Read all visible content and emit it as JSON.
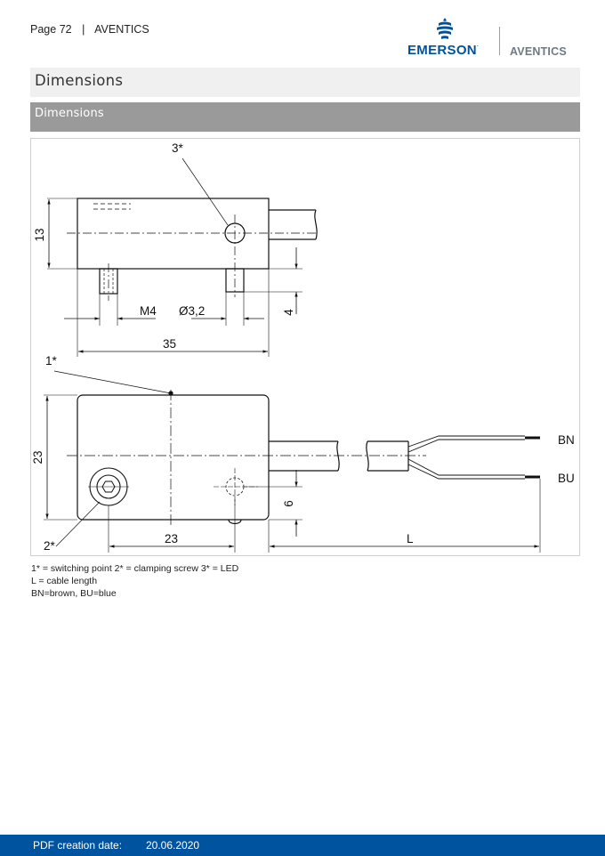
{
  "header": {
    "page_label": "Page",
    "page_number": "72",
    "separator": "|",
    "brand": "AVENTICS"
  },
  "logo": {
    "emerson_text": "EMERSON",
    "emerson_tm": ".",
    "aventics_text": "AVENTICS",
    "emerson_color": "#00529b",
    "aventics_color": "#6d7a85"
  },
  "title": "Dimensions",
  "section_title": "Dimensions",
  "drawing": {
    "labels": {
      "led_callout": "3*",
      "switching_point_callout": "1*",
      "clamping_screw_callout": "2*",
      "dim_height_top": "13",
      "dim_offset_4": "4",
      "dim_thread": "M4",
      "dim_diameter": "Ø3,2",
      "dim_length_35": "35",
      "dim_height_23": "23",
      "dim_offset_6": "6",
      "dim_width_23": "23",
      "dim_cable_length": "L",
      "wire_brown": "BN",
      "wire_blue": "BU"
    }
  },
  "legend": {
    "line1": "1* = switching point 2* = clamping screw 3* = LED",
    "line2": "L = cable length",
    "line3": "BN=brown, BU=blue"
  },
  "footer": {
    "label": "PDF creation date:",
    "date": "20.06.2020",
    "bg_color": "#00549f"
  }
}
